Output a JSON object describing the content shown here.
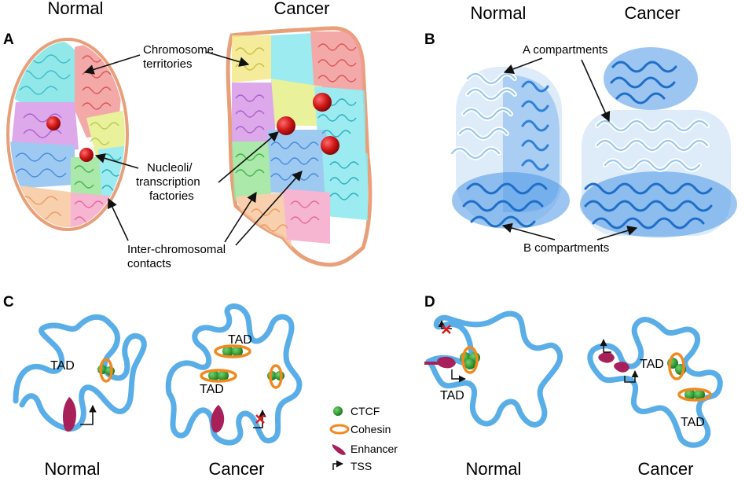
{
  "panel_a": {
    "letter": "A",
    "title_normal": "Normal",
    "title_cancer": "Cancer",
    "label_territories_1": "Chromosome",
    "label_territories_2": "territories",
    "label_nucleoli_1": "Nucleoli/",
    "label_nucleoli_2": "transcription",
    "label_nucleoli_3": "factories",
    "label_contacts_1": "Inter-chromosomal",
    "label_contacts_2": "contacts"
  },
  "panel_b": {
    "letter": "B",
    "title_normal": "Normal",
    "title_cancer": "Cancer",
    "label_a": "A compartments",
    "label_b": "B compartments"
  },
  "panel_c": {
    "letter": "C",
    "title_normal": "Normal",
    "title_cancer": "Cancer",
    "tad_label": "TAD"
  },
  "panel_d": {
    "letter": "D",
    "title_normal": "Normal",
    "title_cancer": "Cancer",
    "tad_label": "TAD"
  },
  "legend": {
    "ctcf": "CTCF",
    "cohesin": "Cohesin",
    "enhancer": "Enhancer",
    "tss": "TSS"
  },
  "colors": {
    "nucleus_border": "#e8a07a",
    "nucleolus": "#d01818",
    "chromatin_light": "#a8cdf0",
    "chromatin_dark": "#2f82d8",
    "compartment_fill": "#4a98e6",
    "fiber": "#5aaee8",
    "ctcf": "#2a9a2a",
    "cohesin": "#f08a20",
    "enhancer": "#a8205a",
    "block": "#e01818"
  }
}
